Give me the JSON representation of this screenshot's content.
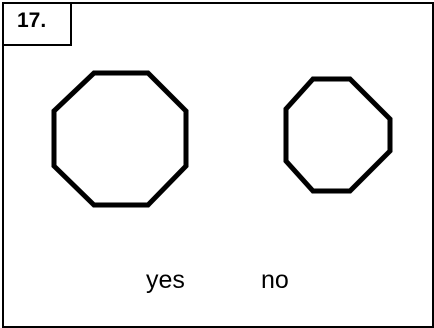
{
  "question": {
    "number": "17."
  },
  "shapes": [
    {
      "kind": "octagon",
      "icon": "large-octagon-icon"
    },
    {
      "kind": "octagon",
      "icon": "small-octagon-icon"
    }
  ],
  "answers": {
    "yes": "yes",
    "no": "no"
  },
  "colors": {
    "stroke": "#000000",
    "background": "#ffffff"
  }
}
